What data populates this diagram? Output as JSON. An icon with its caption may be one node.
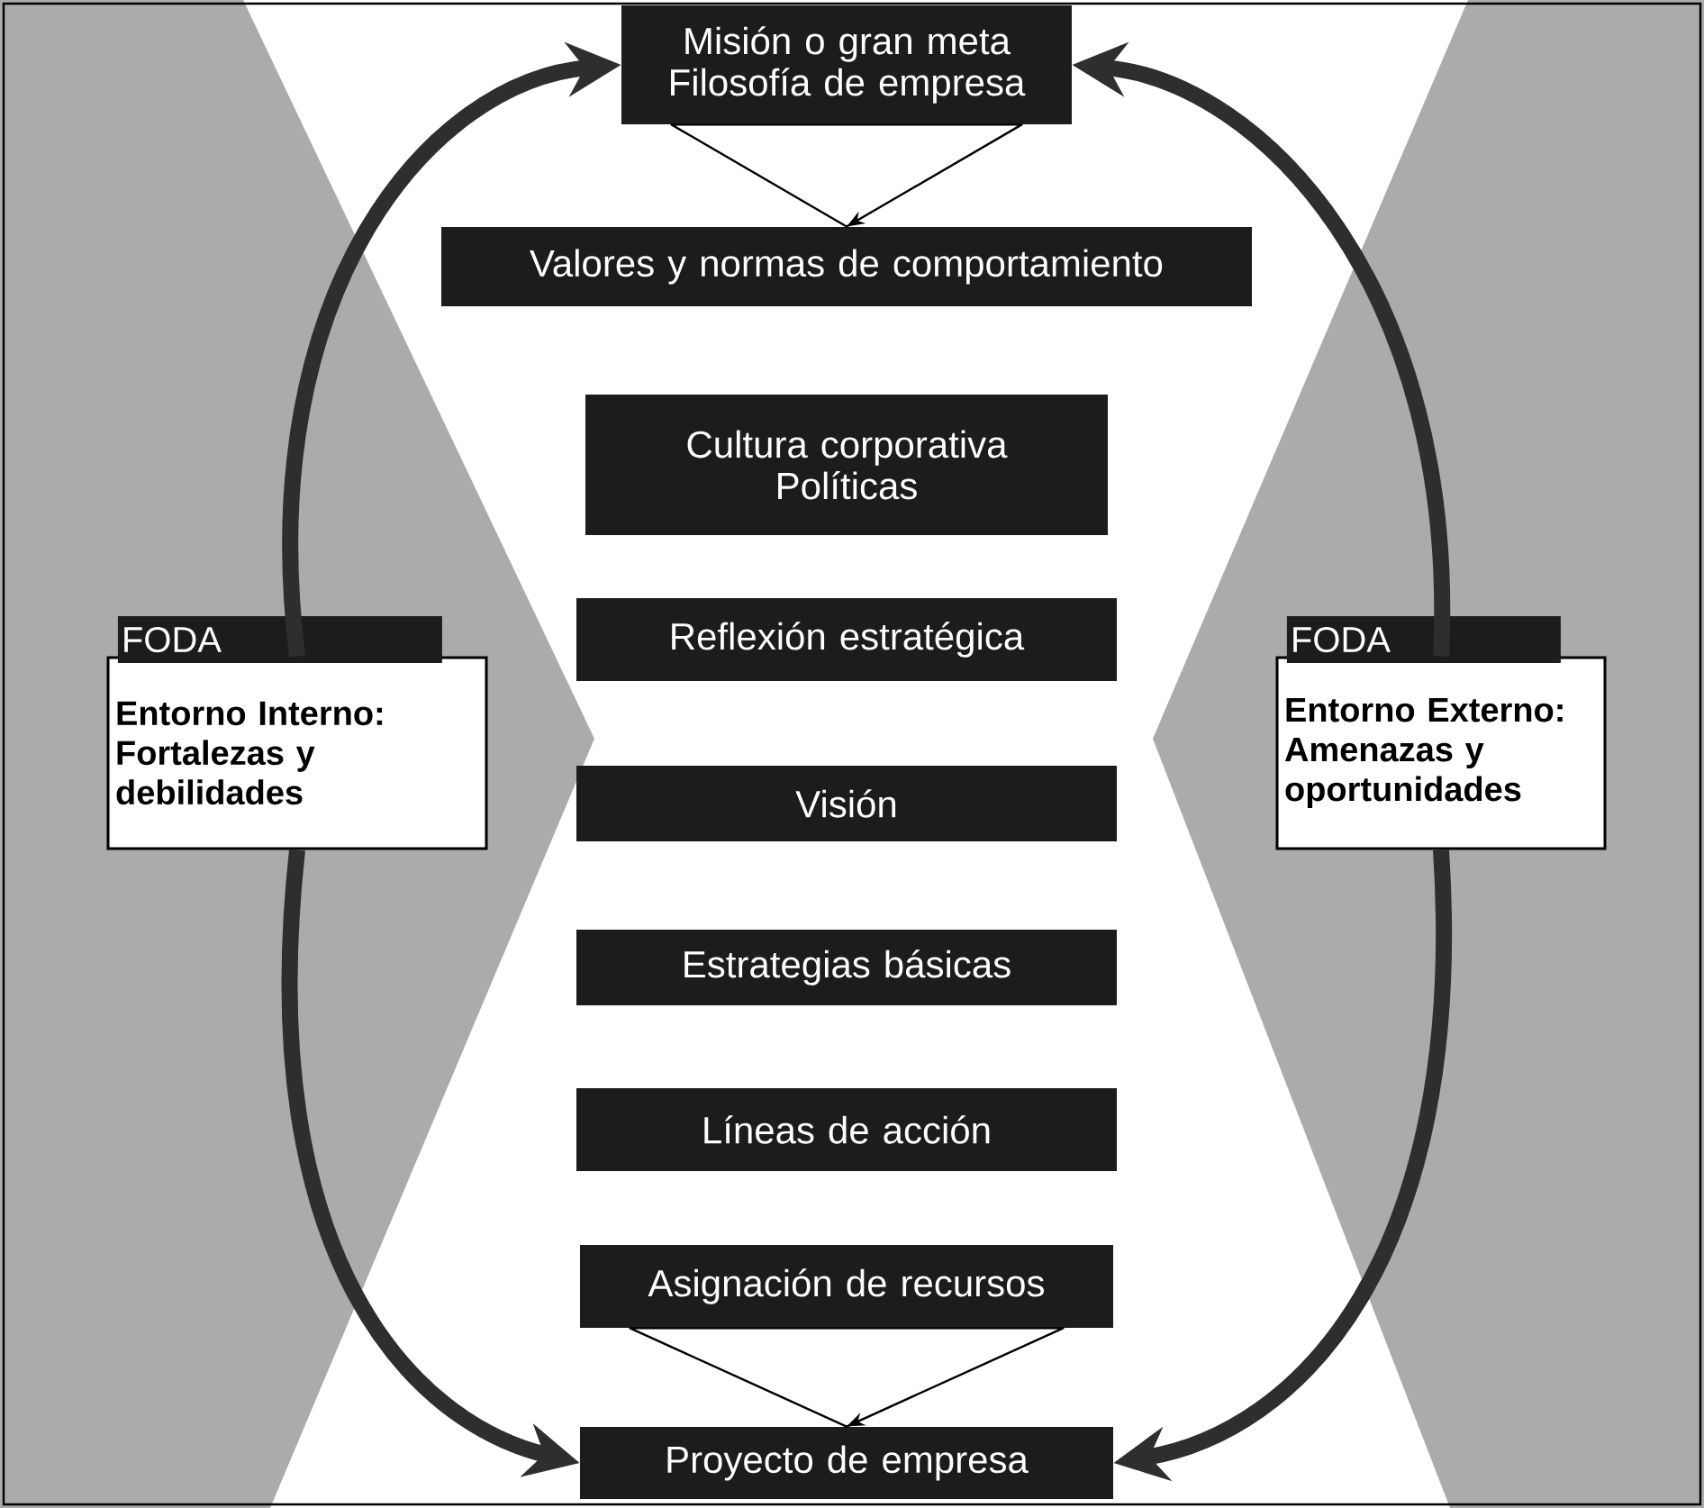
{
  "diagram": {
    "nodes": [
      {
        "text": [
          "Misión o gran meta Filosofía de empresa"
        ]
      },
      {
        "text": [
          "Valores y normas de comportamiento"
        ]
      },
      {
        "text": [
          "Cultura corporativa Políticas"
        ]
      },
      {
        "text": [
          "Reflexión estratégica"
        ]
      },
      {
        "text": [
          "Visión"
        ]
      },
      {
        "text": [
          "Estrategias básicas"
        ]
      },
      {
        "text": [
          "Líneas de acción"
        ]
      },
      {
        "text": [
          "Asignación de recursos"
        ]
      },
      {
        "text": [
          "Proyecto de empresa"
        ]
      },
      {
        "text": [
          "FODA",
          "Entorno Interno: Fortalezas y debilidades"
        ]
      },
      {
        "text": [
          "FODA",
          "Entorno Externo: Amenazas y oportunidades"
        ]
      }
    ],
    "edges": [
      {
        "from": 0,
        "to": 1,
        "arrow": "to"
      },
      {
        "from": 7,
        "to": 8,
        "arrow": "to"
      },
      {
        "from": 9,
        "to": 0,
        "arrow": "to"
      },
      {
        "from": 9,
        "to": 8,
        "arrow": "to"
      },
      {
        "from": 10,
        "to": 0,
        "arrow": "to"
      },
      {
        "from": 10,
        "to": 8,
        "arrow": "to"
      }
    ]
  }
}
